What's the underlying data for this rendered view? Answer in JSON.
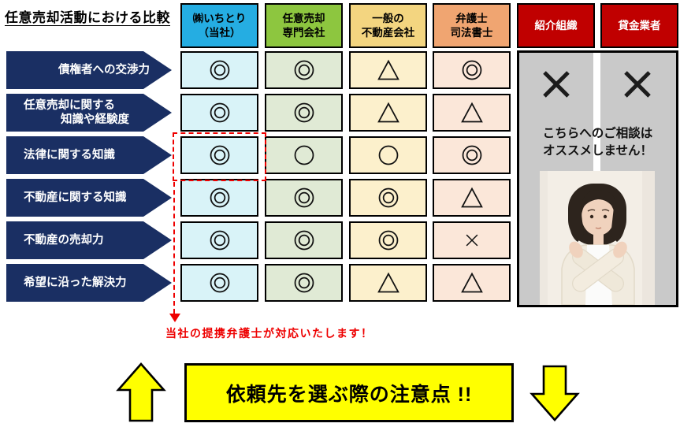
{
  "title": "任意売却活動における比較",
  "colors": {
    "navy": "#1a2f63",
    "red": "#ee0000",
    "yellow": "#ffff00",
    "gray": "#c9c9c9",
    "alert_red": "#c00000"
  },
  "columns": [
    {
      "id": "ichitori",
      "lines": [
        "㈱いちとり",
        "（当社）"
      ],
      "header_bg": "#25ade2",
      "header_text": "#000000",
      "cell_bg": "#d9f3f8"
    },
    {
      "id": "senmon",
      "lines": [
        "任意売却",
        "専門会社"
      ],
      "header_bg": "#8dc63f",
      "header_text": "#000000",
      "cell_bg": "#e0ead5"
    },
    {
      "id": "ippan",
      "lines": [
        "一般の",
        "不動産会社"
      ],
      "header_bg": "#f3d580",
      "header_text": "#000000",
      "cell_bg": "#fcf0cc"
    },
    {
      "id": "bengoshi",
      "lines": [
        "弁護士",
        "司法書士"
      ],
      "header_bg": "#f0a571",
      "header_text": "#000000",
      "cell_bg": "#fbe7d9"
    }
  ],
  "excluded_columns": [
    {
      "id": "shokai",
      "lines": [
        "紹介組織"
      ],
      "header_bg": "#c00000",
      "header_text": "#ffffff"
    },
    {
      "id": "kashikin",
      "lines": [
        "貸金業者"
      ],
      "header_bg": "#c00000",
      "header_text": "#ffffff"
    }
  ],
  "rows": [
    {
      "label_lines": [
        "債権者への交渉力"
      ],
      "ratings": [
        "◎",
        "◎",
        "△",
        "◎"
      ]
    },
    {
      "label_lines": [
        "任意売却に関する",
        "知識や経験度"
      ],
      "ratings": [
        "◎",
        "◎",
        "△",
        "△"
      ]
    },
    {
      "label_lines": [
        "法律に関する知識"
      ],
      "ratings": [
        "◎",
        "○",
        "○",
        "◎"
      ],
      "highlighted": true
    },
    {
      "label_lines": [
        "不動産に関する知識"
      ],
      "ratings": [
        "◎",
        "◎",
        "◎",
        "△"
      ]
    },
    {
      "label_lines": [
        "不動産の売却力"
      ],
      "ratings": [
        "◎",
        "◎",
        "◎",
        "×"
      ]
    },
    {
      "label_lines": [
        "希望に沿った解決力"
      ],
      "ratings": [
        "◎",
        "◎",
        "△",
        "△"
      ]
    }
  ],
  "excluded_panel": {
    "marks": [
      "×",
      "×"
    ],
    "message_lines": [
      "こちらへのご相談は",
      "オススメしません！"
    ]
  },
  "annotation": {
    "text": "当社の提携弁護士が対応いたします！"
  },
  "footer": {
    "notice": "依頼先を選ぶ際の注意点 !!"
  }
}
